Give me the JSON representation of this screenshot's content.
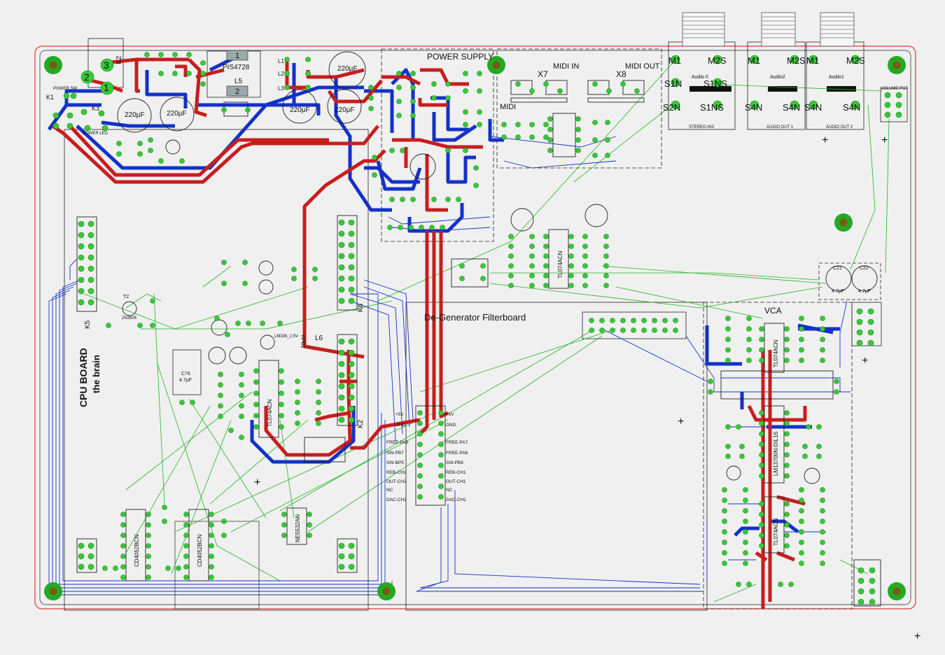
{
  "board": {
    "title": "De-Generator Filterboard",
    "cpu_board": "CPU BOARD",
    "cpu_sub": "the brain",
    "power_supply": "POWER SUPPLY",
    "vca": "VCA",
    "midi": "MIDI",
    "midi_in": "MIDI IN",
    "midi_out": "MIDI OUT",
    "x7": "X7",
    "x8": "X8"
  },
  "colors": {
    "background": "#f0f0f0",
    "outline": "#e03a3a",
    "top_trace": "#c81e1e",
    "bottom_trace": "#1432c8",
    "ratsnest": "#22b422",
    "pad": "#39c839",
    "via": "#7a5a16"
  },
  "labels": {
    "power_sw": "POWER SW",
    "power_led": "POWER LED",
    "k1": "K1",
    "k2": "K2",
    "k3": "K3",
    "k5": "K5",
    "k6": "K6",
    "l1": "L1",
    "l2": "L2",
    "l3": "L3",
    "l5": "L5",
    "l6": "L6",
    "pis": "PIS4728",
    "pin1": "1",
    "pin2": "2",
    "pin3": "3",
    "c220a": "220µF",
    "c220b": "220µF",
    "c220c": "220µF",
    "c220d": "220µF",
    "c220e": "220µF",
    "tl074a": "TL074ACN",
    "tl074b": "TL074ACN",
    "tl074c": "TL074ACN",
    "tl074d": "TL074ACN",
    "lm13700": "LM13700N-DIL16",
    "cd4052a": "CD4052BCN",
    "cd4052b": "CD4052BCN",
    "ne5532": "NE5532AN",
    "lm336": "LM336_2.5V",
    "l6val": "10uH",
    "c76": "4.7µF",
    "c76name": "C76",
    "t2name": "T2",
    "t2part": "2N3906",
    "audio0": "Audio 0",
    "audio1": "Audio1",
    "audio2": "Audio2",
    "stereo_in": "STEREO-IN3",
    "audio_out1": "AUDIO OUT 1",
    "audio_out2": "AUDIO OUT 2",
    "volume_pot": "VOLUME POT",
    "m1a": "M1",
    "m2sa": "M2S",
    "m1b": "M1",
    "m2sb": "M2S",
    "m1c": "M1",
    "m2sc": "M2S",
    "s1n": "S1N",
    "s1ns": "S1NS",
    "s2n": "S2N",
    "s1nsb": "S1NS",
    "s4n": "S4N",
    "s4nb": "S4N",
    "s4nc": "S4N",
    "s4nd": "S4N",
    "c21": "C21",
    "c22": "C22",
    "c21v": "4.7µF",
    "c22v": "4.7µF",
    "plus_one": "+",
    "plus_two": "+",
    "plus_three": "+",
    "plus_four": "+",
    "plus_five": "+",
    "plus_six": "+",
    "sig": [
      "+5V",
      "GND",
      "FREE-PA5",
      "SW-PB7",
      "SW-BP5",
      "REB-CH2",
      "OUT-CH2",
      "NC",
      "DAC-CH2",
      "+5V",
      "GND",
      "FREE-PA7",
      "FREE-PA6",
      "SW-PB6",
      "REB-CH1",
      "OUT-CH1",
      "NC",
      "DAC-CH1"
    ]
  }
}
